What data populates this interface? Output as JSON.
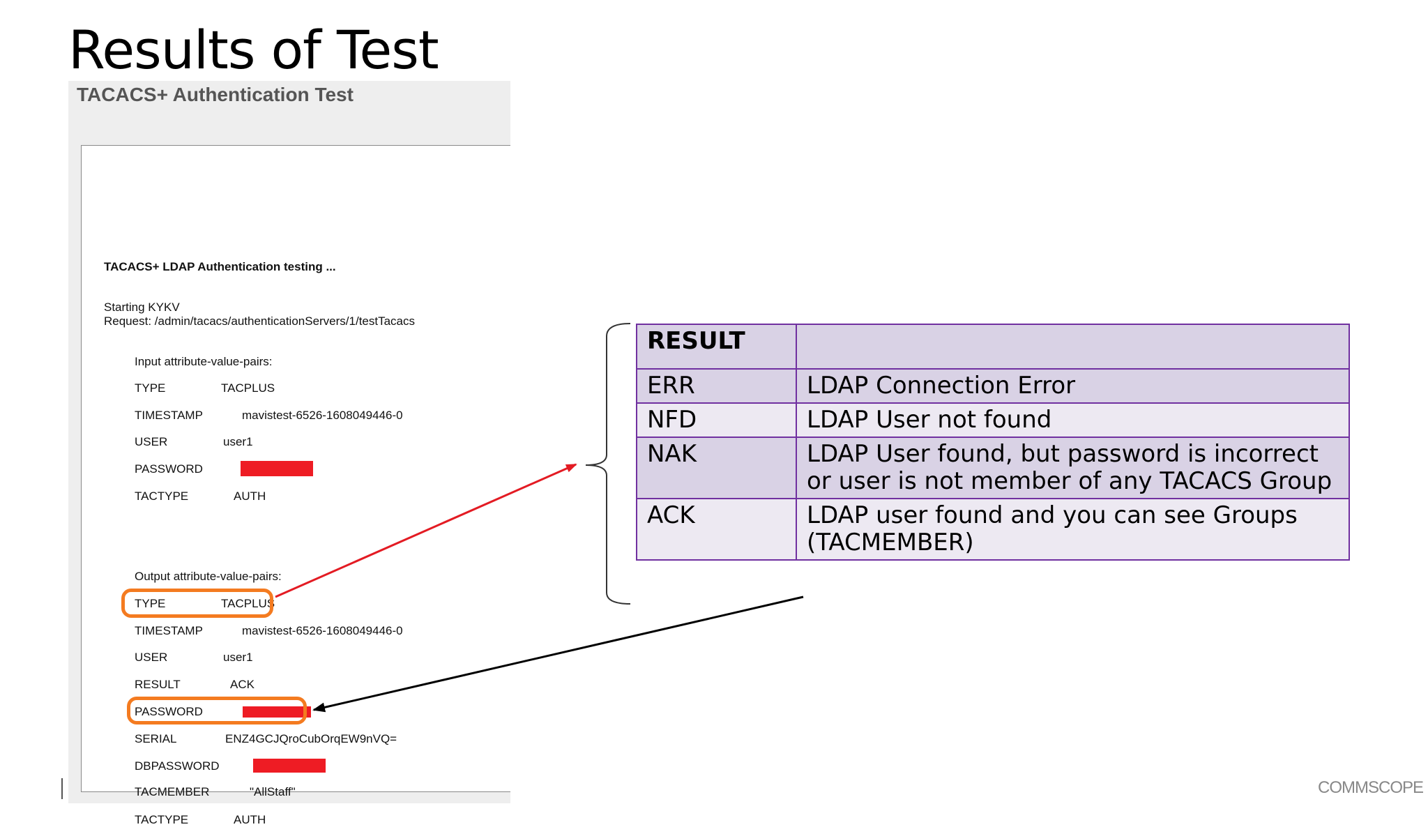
{
  "slide": {
    "title": "Results of Test",
    "logo": "COMMSCOPE"
  },
  "screenshot": {
    "header": "TACACS+ Authentication Test",
    "testing_line": "TACACS+ LDAP Authentication testing ...",
    "starting_line": "Starting KYKV",
    "request_line": "Request: /admin/tacacs/authenticationServers/1/testTacacs",
    "input_heading": "Input attribute-value-pairs:",
    "input_pairs": [
      {
        "key": "TYPE",
        "value": "TACPLUS"
      },
      {
        "key": "TIMESTAMP",
        "value": "mavistest-6526-1608049446-0"
      },
      {
        "key": "USER",
        "value": "user1"
      },
      {
        "key": "PASSWORD",
        "value": ""
      },
      {
        "key": "TACTYPE",
        "value": "AUTH"
      }
    ],
    "output_heading": "Output attribute-value-pairs:",
    "output_pairs": [
      {
        "key": "TYPE",
        "value": "TACPLUS"
      },
      {
        "key": "TIMESTAMP",
        "value": "mavistest-6526-1608049446-0"
      },
      {
        "key": "USER",
        "value": "user1"
      },
      {
        "key": "RESULT",
        "value": "ACK"
      },
      {
        "key": "PASSWORD",
        "value": ""
      },
      {
        "key": "SERIAL",
        "value": "ENZ4GCJQroCubOrqEW9nVQ="
      },
      {
        "key": "DBPASSWORD",
        "value": ""
      },
      {
        "key": "TACMEMBER",
        "value": "\"AllStaff\""
      },
      {
        "key": "TACTYPE",
        "value": "AUTH"
      }
    ]
  },
  "result_table": {
    "header": {
      "code": "RESULT",
      "description": ""
    },
    "rows": [
      {
        "code": "ERR",
        "description": "LDAP Connection Error"
      },
      {
        "code": "NFD",
        "description": "LDAP User not found"
      },
      {
        "code": "NAK",
        "description": "LDAP User found, but password is incorrect or user is not member of any TACACS Group"
      },
      {
        "code": "ACK",
        "description": "LDAP user found and you can see Groups (TACMEMBER)"
      }
    ]
  },
  "colors": {
    "redaction": "#ee1c24",
    "highlight": "#f47b20",
    "table_border": "#7030a0",
    "arrow_red": "#e31b23",
    "arrow_black": "#000000"
  }
}
